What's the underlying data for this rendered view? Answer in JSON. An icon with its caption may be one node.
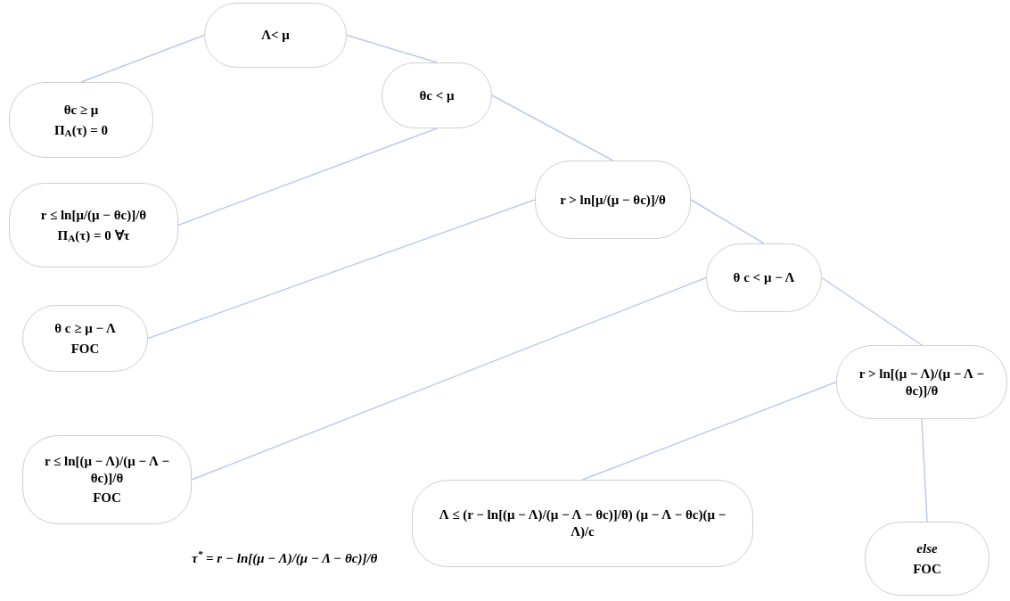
{
  "diagram": {
    "nodes": [
      {
        "text": [
          "Λ< μ"
        ]
      },
      {
        "text": [
          "θc ≥ μ",
          "Π$_{A}$(τ) = 0"
        ]
      },
      {
        "text": [
          "θc < μ"
        ]
      },
      {
        "text": [
          "r ≤ ln[μ/(μ − θc)]/θ",
          "Π$_{A}$(τ) = 0   ∀τ"
        ]
      },
      {
        "text": [
          "r > ln[μ/(μ − θc)]/θ"
        ]
      },
      {
        "text": [
          "θ c ≥ μ − Λ",
          "FOC"
        ]
      },
      {
        "text": [
          "θ c < μ − Λ"
        ]
      },
      {
        "text": [
          "r ≤ ln[(μ − Λ)/(μ − Λ − θc)]/θ",
          "FOC"
        ]
      },
      {
        "text": [
          "r > ln[(μ − Λ)/(μ − Λ − θc)]/θ"
        ]
      },
      {
        "text": [
          "Λ ≤ (r − ln[(μ − Λ)/(μ − Λ − θc)]/θ) (μ − Λ − θc)(μ − Λ)/c"
        ]
      },
      {
        "text": [
          "else",
          "FOC"
        ]
      }
    ],
    "edges": [
      {
        "from": 0,
        "to": 1,
        "arrow": "none"
      },
      {
        "from": 0,
        "to": 2,
        "arrow": "none"
      },
      {
        "from": 2,
        "to": 3,
        "arrow": "none"
      },
      {
        "from": 2,
        "to": 4,
        "arrow": "none"
      },
      {
        "from": 4,
        "to": 5,
        "arrow": "none"
      },
      {
        "from": 4,
        "to": 6,
        "arrow": "none"
      },
      {
        "from": 6,
        "to": 7,
        "arrow": "none"
      },
      {
        "from": 6,
        "to": 8,
        "arrow": "none"
      },
      {
        "from": 8,
        "to": 9,
        "arrow": "none"
      },
      {
        "from": 8,
        "to": 10,
        "arrow": "none"
      }
    ],
    "labels": [
      "τ$^{*}$ = r − ln[(μ − Λ)/(μ − Λ − θc)]/θ"
    ]
  }
}
